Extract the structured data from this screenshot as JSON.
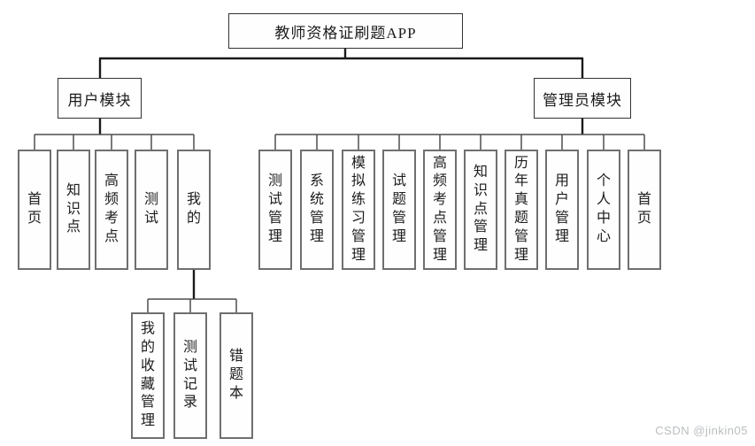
{
  "diagram": {
    "root": {
      "label": "教师资格证刷题APP"
    },
    "user_module": {
      "label": "用户模块",
      "children": [
        "首页",
        "知识点",
        "高频考点",
        "测试",
        "我的"
      ],
      "my_children": [
        "我的收藏管理",
        "测试记录",
        "错题本"
      ]
    },
    "admin_module": {
      "label": "管理员模块",
      "children": [
        "测试管理",
        "系统管理",
        "模拟练习管理",
        "试题管理",
        "高频考点管理",
        "知识点管理",
        "历年真题管理",
        "用户管理",
        "个人中心",
        "首页"
      ]
    }
  },
  "watermark": "CSDN @jinkin05",
  "colors": {
    "background": "#ffffff",
    "box_fill": "#fefefe",
    "box_border_thin": "#323232",
    "box_border_thick": "#6f6f6f",
    "line_trunk": "#1a1a1a",
    "line_branch": "#4d4d4d",
    "text": "#1c1c1c",
    "watermark_text": "#b9bdc0"
  }
}
